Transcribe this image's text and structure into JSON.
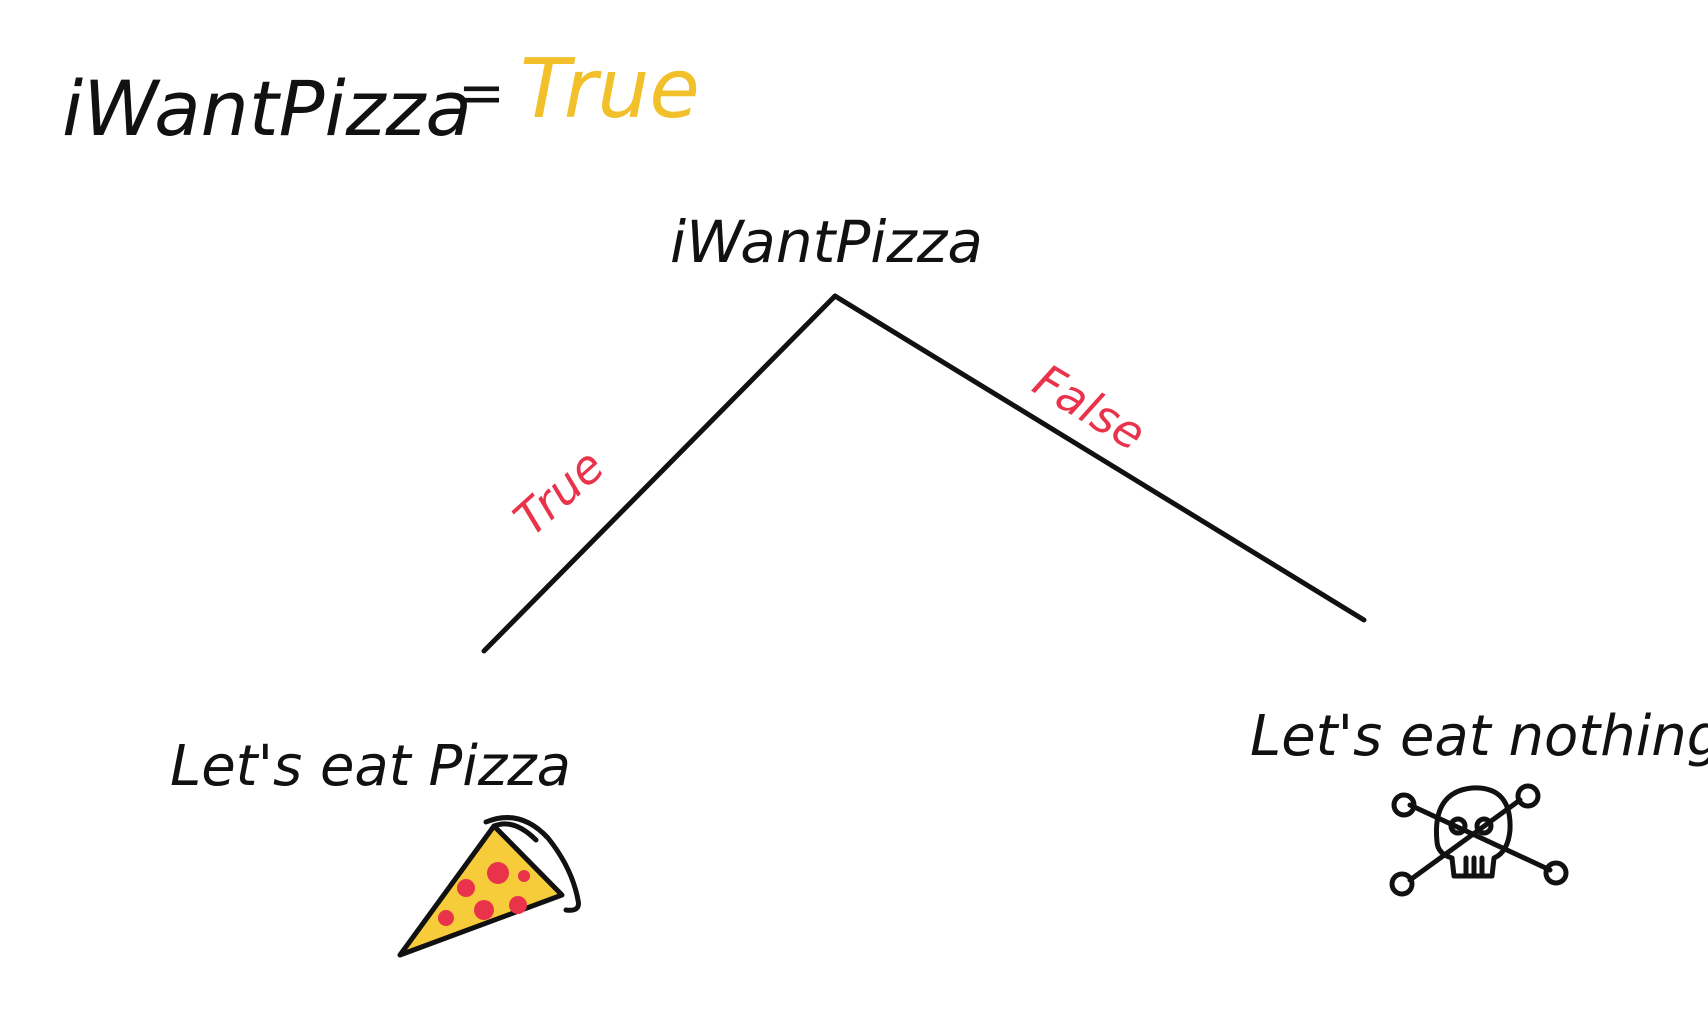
{
  "assignment": {
    "variable": "iWantPizza",
    "operator": "=",
    "value": "True"
  },
  "tree": {
    "root": "iWantPizza",
    "true_label": "True",
    "false_label": "False",
    "true_leaf": "Let's eat Pizza",
    "false_leaf": "Let's eat nothing"
  },
  "icons": {
    "true_leaf_icon": "pizza-slice-icon",
    "false_leaf_icon": "skull-crossbones-icon"
  },
  "colors": {
    "ink": "#111111",
    "branch_label": "#e8334a",
    "assigned_value": "#f2c02b",
    "pizza_cheese": "#f7cc3b",
    "pepperoni": "#e8334a"
  }
}
